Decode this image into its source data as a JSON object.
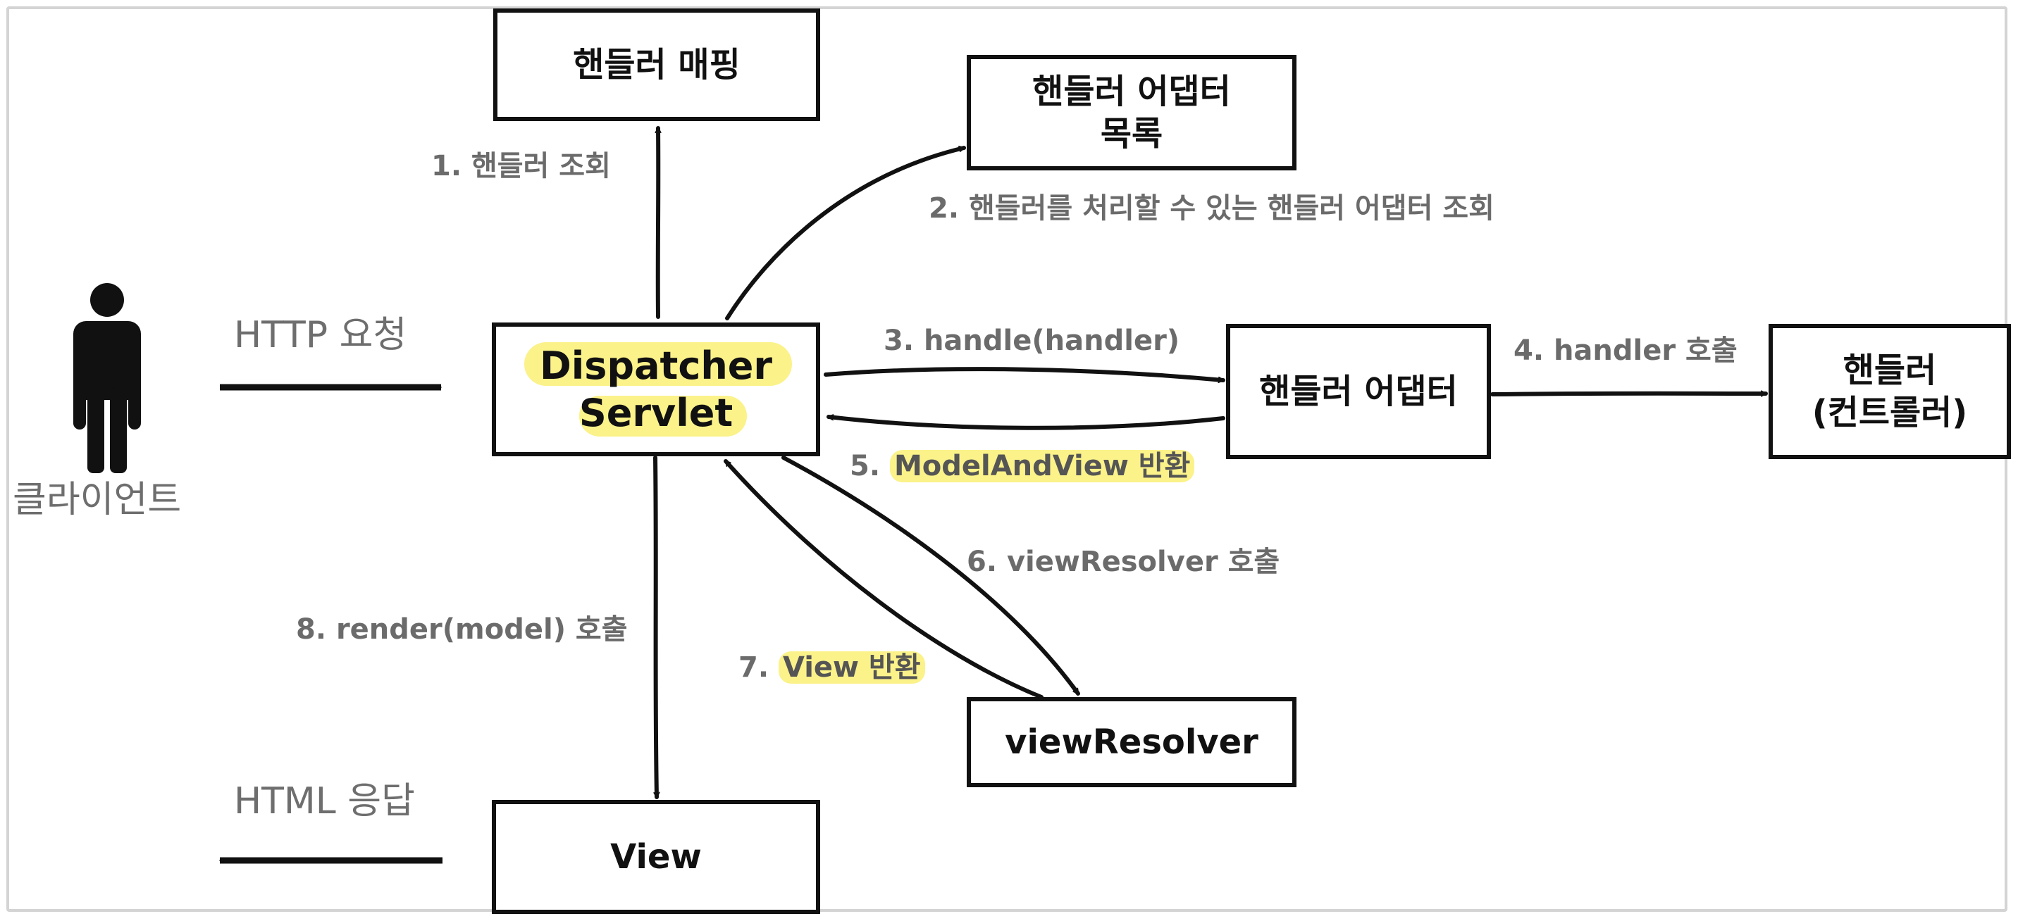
{
  "diagram": {
    "client_label": "클라이언트",
    "http_request": "HTTP 요청",
    "html_response": "HTML 응답",
    "boxes": {
      "handler_mapping": "핸들러 매핑",
      "adapter_list_line1": "핸들러 어댑터",
      "adapter_list_line2": "목록",
      "dispatcher_line1": "Dispatcher",
      "dispatcher_line2": "Servlet",
      "handler_adapter": "핸들러 어댑터",
      "handler_line1": "핸들러",
      "handler_line2": "(컨트롤러)",
      "view_resolver": "viewResolver",
      "view": "View"
    },
    "steps": {
      "s1": "1. 핸들러 조회",
      "s2": "2. 핸들러를 처리할 수 있는 핸들러 어댑터 조회",
      "s3": "3. handle(handler)",
      "s4": "4. handler 호출",
      "s5_prefix": "5. ",
      "s5_mark": "ModelAndView 반환",
      "s6": "6. viewResolver 호출",
      "s7_prefix": "7. ",
      "s7_mark": "View 반환",
      "s8": "8. render(model) 호출"
    },
    "colors": {
      "stroke": "#111111",
      "label_gray": "#6b6b6b",
      "highlight": "#fbf28a"
    }
  }
}
